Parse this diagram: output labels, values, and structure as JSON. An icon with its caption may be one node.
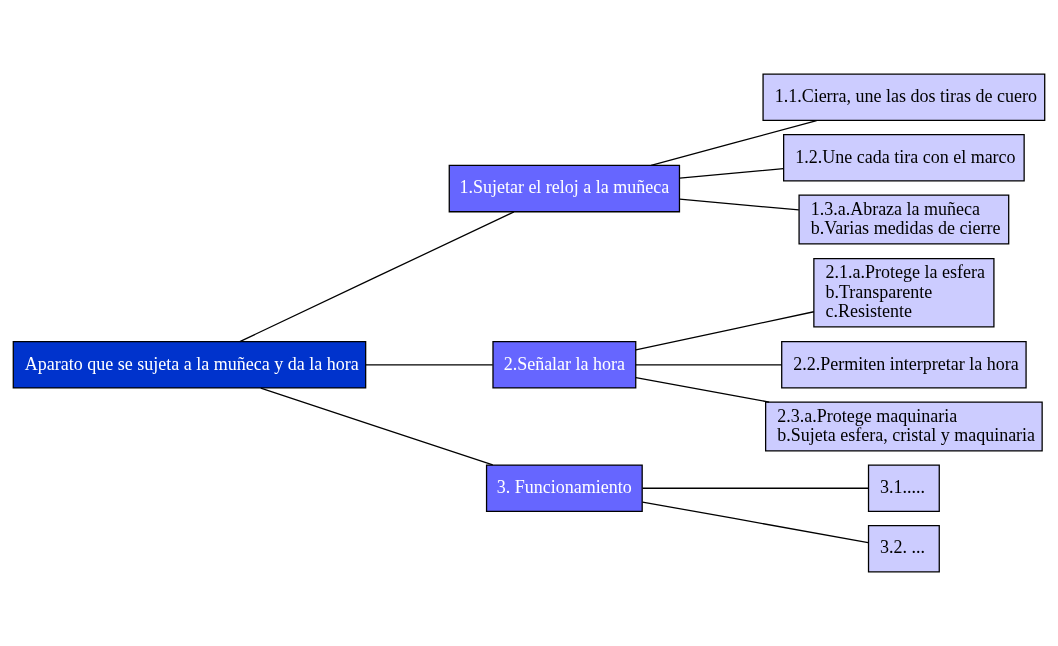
{
  "diagram": {
    "nodes": [
      {
        "text": [
          "Aparato que se sujeta a la muñeca y da la hora"
        ]
      },
      {
        "text": [
          "1.Sujetar el reloj a la muñeca"
        ]
      },
      {
        "text": [
          "2.Señalar la hora"
        ]
      },
      {
        "text": [
          "3. Funcionamiento"
        ]
      },
      {
        "text": [
          "1.1.Cierra, une las dos tiras de cuero"
        ]
      },
      {
        "text": [
          "1.2.Une cada tira con el marco"
        ]
      },
      {
        "text": [
          "1.3.a.Abraza la muñeca",
          "b.Varias medidas de cierre"
        ]
      },
      {
        "text": [
          "2.1.a.Protege la esfera",
          "b.Transparente",
          "c.Resistente"
        ]
      },
      {
        "text": [
          "2.2.Permiten interpretar la hora"
        ]
      },
      {
        "text": [
          "2.3.a.Protege maquinaria",
          "b.Sujeta esfera, cristal y maquinaria"
        ]
      },
      {
        "text": [
          "3.1....."
        ]
      },
      {
        "text": [
          "3.2. ..."
        ]
      }
    ],
    "edges": [
      {
        "from": 0,
        "to": 1,
        "arrow": "none"
      },
      {
        "from": 0,
        "to": 2,
        "arrow": "none"
      },
      {
        "from": 0,
        "to": 3,
        "arrow": "none"
      },
      {
        "from": 1,
        "to": 4,
        "arrow": "none"
      },
      {
        "from": 1,
        "to": 5,
        "arrow": "none"
      },
      {
        "from": 1,
        "to": 6,
        "arrow": "none"
      },
      {
        "from": 2,
        "to": 7,
        "arrow": "none"
      },
      {
        "from": 2,
        "to": 8,
        "arrow": "none"
      },
      {
        "from": 2,
        "to": 9,
        "arrow": "none"
      },
      {
        "from": 3,
        "to": 10,
        "arrow": "none"
      },
      {
        "from": 3,
        "to": 11,
        "arrow": "none"
      }
    ]
  }
}
